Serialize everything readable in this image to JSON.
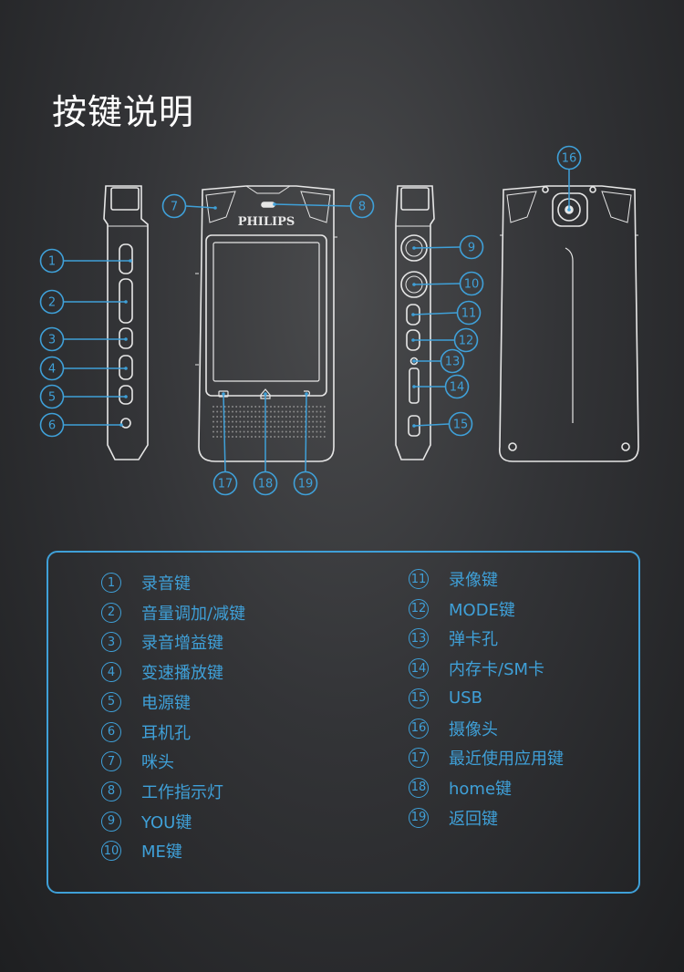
{
  "title": "按键说明",
  "brand": "PHILIPS",
  "accent_color": "#3fa0d8",
  "callouts": [
    "1",
    "2",
    "3",
    "4",
    "5",
    "6",
    "7",
    "8",
    "9",
    "10",
    "11",
    "12",
    "13",
    "14",
    "15",
    "16",
    "17",
    "18",
    "19"
  ],
  "legend": {
    "left": [
      {
        "num": "1",
        "label": "录音键"
      },
      {
        "num": "2",
        "label": "音量调加/减键"
      },
      {
        "num": "3",
        "label": "录音增益键"
      },
      {
        "num": "4",
        "label": "变速播放键"
      },
      {
        "num": "5",
        "label": "电源键"
      },
      {
        "num": "6",
        "label": "耳机孔"
      },
      {
        "num": "7",
        "label": "咪头"
      },
      {
        "num": "8",
        "label": "工作指示灯"
      },
      {
        "num": "9",
        "label": "YOU键"
      },
      {
        "num": "10",
        "label": "ME键"
      }
    ],
    "right": [
      {
        "num": "11",
        "label": "录像键"
      },
      {
        "num": "12",
        "label": "MODE键"
      },
      {
        "num": "13",
        "label": "弹卡孔"
      },
      {
        "num": "14",
        "label": "内存卡/SM卡"
      },
      {
        "num": "15",
        "label": "USB"
      },
      {
        "num": "16",
        "label": "摄像头"
      },
      {
        "num": "17",
        "label": "最近使用应用键"
      },
      {
        "num": "18",
        "label": "home键"
      },
      {
        "num": "19",
        "label": "返回键"
      }
    ]
  }
}
